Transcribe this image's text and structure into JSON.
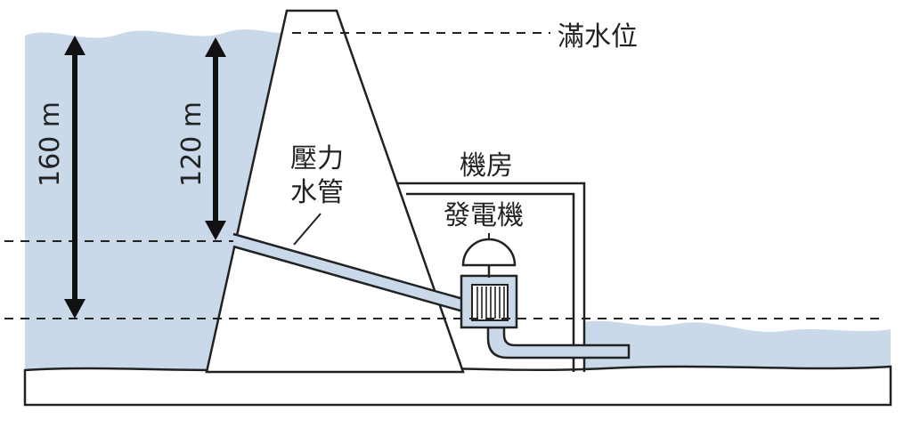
{
  "labels": {
    "full_water_level": "滿水位",
    "penstock_line1": "壓力",
    "penstock_line2": "水管",
    "powerhouse": "機房",
    "generator": "發電機",
    "height_160": "160 m",
    "height_120": "120 m"
  },
  "colors": {
    "water": "#c9d9ea",
    "outline": "#222222",
    "background": "#ffffff"
  }
}
